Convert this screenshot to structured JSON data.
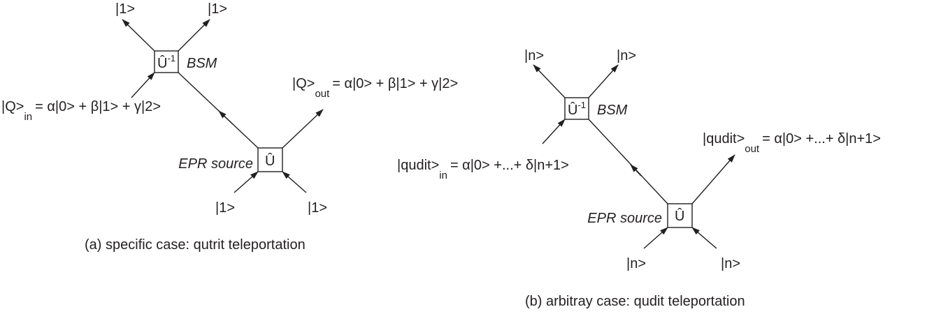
{
  "diagram_a": {
    "ket_top_left": "|1>",
    "ket_top_right": "|1>",
    "bsm_box_main": "Û",
    "bsm_box_sup": "-1",
    "bsm_label": "BSM",
    "input_state_head": "|Q>",
    "input_state_sub": "in",
    "input_state_tail": "= α|0> + β|1> + γ|2>",
    "output_state_head": "|Q>",
    "output_state_sub": "out",
    "output_state_tail": "= α|0> + β|1> + γ|2>",
    "epr_label": "EPR source",
    "epr_box": "Û",
    "ket_bottom_left": "|1>",
    "ket_bottom_right": "|1>",
    "caption": "(a) specific case: qutrit teleportation"
  },
  "diagram_b": {
    "ket_top_left": "|n>",
    "ket_top_right": "|n>",
    "bsm_box_main": "Û",
    "bsm_box_sup": "-1",
    "bsm_label": "BSM",
    "input_state_head": "|qudit>",
    "input_state_sub": "in",
    "input_state_tail": "= α|0> +...+ δ|n+1>",
    "output_state_head": "|qudit>",
    "output_state_sub": "out",
    "output_state_tail": "= α|0> +...+ δ|n+1>",
    "epr_label": "EPR source",
    "epr_box": "Û",
    "ket_bottom_left": "|n>",
    "ket_bottom_right": "|n>",
    "caption": "(b) arbitray case: qudit teleportation"
  }
}
